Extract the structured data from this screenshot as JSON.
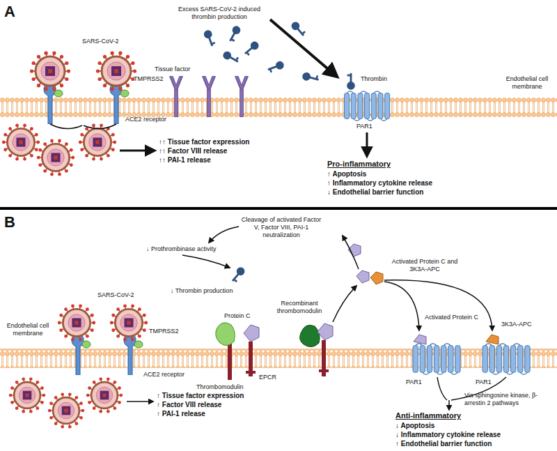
{
  "diagram": {
    "labels": [
      "A",
      "Excess SARS-CoV-2 induced thrombin production",
      "Thrombin",
      "SARS-CoV-2",
      "TMPRSS2",
      "ACE2 receptor",
      "Tissue factor",
      "Endothelial cell membrane",
      "PAR1",
      "↑↑ Tissue factor expression",
      "↑↑ Factor VIII release",
      "↑↑ PAI-1 release",
      "Pro-inflammatory",
      "↑ Apoptosis",
      "↑ Inflammatory cytokine release",
      "↓ Endothelial barrier function",
      "B",
      "Cleavage of activated Factor V, Factor VIII, PAI-1 neutralization",
      "↓ Prothrombinase activity",
      "Activated Protein C and 3K3A-APC",
      "↓ Thrombin production",
      "Endothelial cell membrane",
      "SARS-CoV-2",
      "TMPRSS2",
      "Protein C",
      "Recombinant thrombomodulin",
      "Activated Protein C",
      "3K3A-APC",
      "ACE2 receptor",
      "Thrombomodulin",
      "EPCR",
      "PAR1",
      "PAR1",
      "↑ Tissue factor expression",
      "↑ Factor VIII release",
      "↑ PAI-1 release",
      "Via sphingosine kinase, β-arrestin 2 pathways",
      "Anti-inflammatory",
      "↓ Apoptosis",
      "↓ Inflammatory cytokine release",
      "↑ Endothelial barrier function"
    ]
  }
}
